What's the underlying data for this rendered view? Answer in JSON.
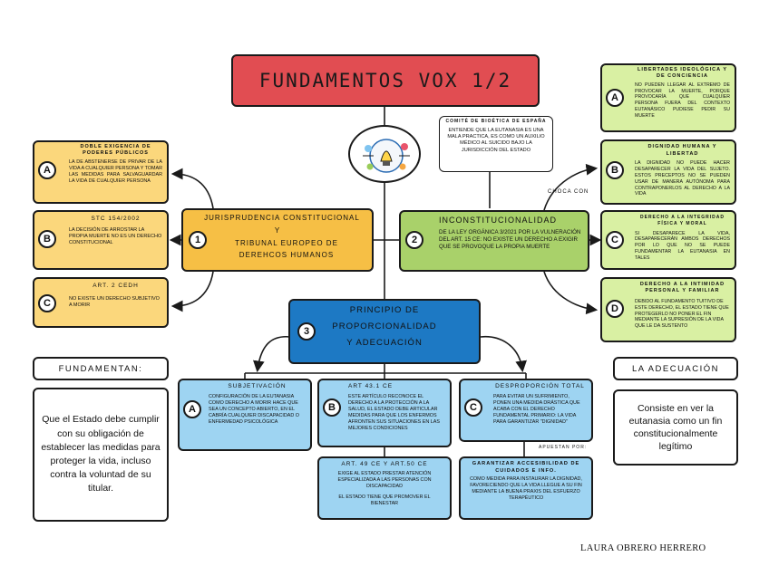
{
  "title": "FUNDAMENTOS VOX 1/2",
  "author": "LAURA OBRERO HERRERO",
  "center_icon": "brain-lightbulb-icon",
  "comite": {
    "title": "COMITÉ DE BIOÉTICA DE ESPAÑA",
    "text": "ENTIENDE QUE LA EUTANASIA ES UNA MALA PRACTICA, ES COMO UN AUXILIO MÉDICO AL SUICIDO BAJO LA JURISDICCIÓN DEL ESTADO"
  },
  "choca_con": "CHOCA CON",
  "apuestan_por": "APUESTAN POR:",
  "node1": {
    "num": "1",
    "line1": "JURISPRUDENCIA CONSTITUCIONAL",
    "line2": "Y",
    "line3": "TRIBUNAL EUROPEO DE",
    "line4": "DEREHCOS HUMANOS"
  },
  "node2": {
    "num": "2",
    "title": "INCONSTITUCIONALIDAD",
    "text": "DE LA LEY ORGÁNICA 3/2021 POR LA VULNERACIÓN DEL ART. 15 CE: NO EXISTE UN DERECHO A EXIGIR QUE SE PROVOQUE LA PROPIA MUERTE"
  },
  "node3": {
    "num": "3",
    "line1": "PRINCIPIO DE",
    "line2": "PROPORCIONALIDAD",
    "line3": "Y ADECUACIÓN"
  },
  "left_items": [
    {
      "letter": "A",
      "title": "DOBLE EXIGENCIA DE PODERES PÚBLICOS",
      "text": "LA DE ABSTENERSE DE PRIVAR DE LA VIDA A CUALQUIER PERSONA Y TOMAR LAS MEDIDAS PARA SALVAGUARDAR LA VIDA DE CUALQUIER PERSONA"
    },
    {
      "letter": "B",
      "title": "STC 154/2002",
      "text": "LA DECISIÓN DE ARROSTAR LA PROPIA MUERTE NO ES UN DERECHO CONSTITUCIONAL"
    },
    {
      "letter": "C",
      "title": "ART. 2 CEDH",
      "text": "NO EXISTE UN DERECHO SUBJETIVO A MORIR"
    }
  ],
  "right_items": [
    {
      "letter": "A",
      "title": "LIBERTADES IDEOLÓGICA Y DE CONCIENCIA",
      "text": "NO PUEDEN LLEGAR AL EXTREMO DE PROVOCAR LA MUERTE, PORQUE PROVOCARÍA QUE CUALQUIER PERSONA FUERA DEL CONTEXTO EUTANÁSICO PUDIESE PEDIR SU MUERTE"
    },
    {
      "letter": "B",
      "title": "DIGNIDAD HUMANA Y LIBERTAD",
      "text": "LA DIGNIDAD NO PUEDE HACER DESAPARECER LA VIDA DEL SUJETO. ESTOS PRECEPTOS NO SE PUEDEN USAR DE MANERA AUTÓNOMA PARA CONTRAPONERLOS AL DERECHO A LA VIDA"
    },
    {
      "letter": "C",
      "title": "DERECHO A LA INTEGRIDAD FÍSICA Y MORAL",
      "text": "SI DESAPARECE LA VIDA, DESAPARECERÁN AMBOS DERECHOS POR LO QUE NO SE PUEDE FUNDAMENTAR LA EUTANASIA EN TALES"
    },
    {
      "letter": "D",
      "title": "DERECHO A LA INTIMIDAD PERSONAL Y FAMILIAR",
      "text": "DEBIDO AL FUNDAMENTO TUITIVO DE ESTE DERECHO, EL ESTADO TIENE QUE PROTEGERLO NO PONER EL FIN MEDIANTE LA SUPRESIÓN DE LA VIDA QUE LE DA SUSTENTO"
    }
  ],
  "bottom_items": [
    {
      "letter": "A",
      "title": "SUBJETIVACIÓN",
      "text": "CONFIGURACIÓN DE LA EUTANASIA COMO DERECHO A MORIR HACE QUE SEA UN CONCEPTO ABIERTO, EN EL CABRÍA CUALQUIER DISCAPACIDAD O ENFERMEDAD PSICOLÓGICA"
    },
    {
      "letter": "B",
      "title": "ART 43.1 CE",
      "text": "ESTE ARTÍCULO RECONOCE EL DERECHO A LA PROTECCIÓN A LA SALUD, EL ESTADO DEBE ARTICULAR MEDIDAS PARA QUE LOS ENFERMOS AFRONTEN SUS SITUACIONES EN LAS MEJORES CONDICIONES"
    },
    {
      "letter": "C",
      "title": "DESPROPORCIÓN TOTAL",
      "text": "PARA EVITAR UN SUFRIMIENTO, PONEN UNA MEDIDA DRÁSTICA QUE ACABA CON EL DERECHO FUNDAMENTAL PRIMARIO: LA VIDA PARA GARANTIZAR \"DIGNIDAD\""
    }
  ],
  "art49": {
    "title": "ART. 49 CE Y ART.50 CE",
    "text1": "EXIGE AL ESTADO PRESTAR ATENCIÓN ESPECIALIZADA A LAS PERSONAS CON DISCAPACIDAD",
    "text2": "EL ESTADO TIENE QUE PROMOVER EL BIENESTAR"
  },
  "garantizar": {
    "title": "GARANTIZAR ACCESIBILIDAD DE CUIDADOS E INFO.",
    "text": "COMO MEDIDA PARA INSTAURAR LA DIGNIDAD, FAVORECIENDO QUE LA VIDA LLEGUE A SU FIN MEDIANTE LA BUENA PRAXIS DEL ESFUERZO TERAPÉUTICO"
  },
  "fundamentan": {
    "label": "FUNDAMENTAN:",
    "text": "Que el Estado debe cumplir con su obligación de establecer las medidas para proteger la vida, incluso contra la voluntad de su titular."
  },
  "adecuacion": {
    "label": "LA ADECUACIÓN",
    "text": "Consiste en ver la eutanasia como un fin constitucionalmente legítimo"
  }
}
